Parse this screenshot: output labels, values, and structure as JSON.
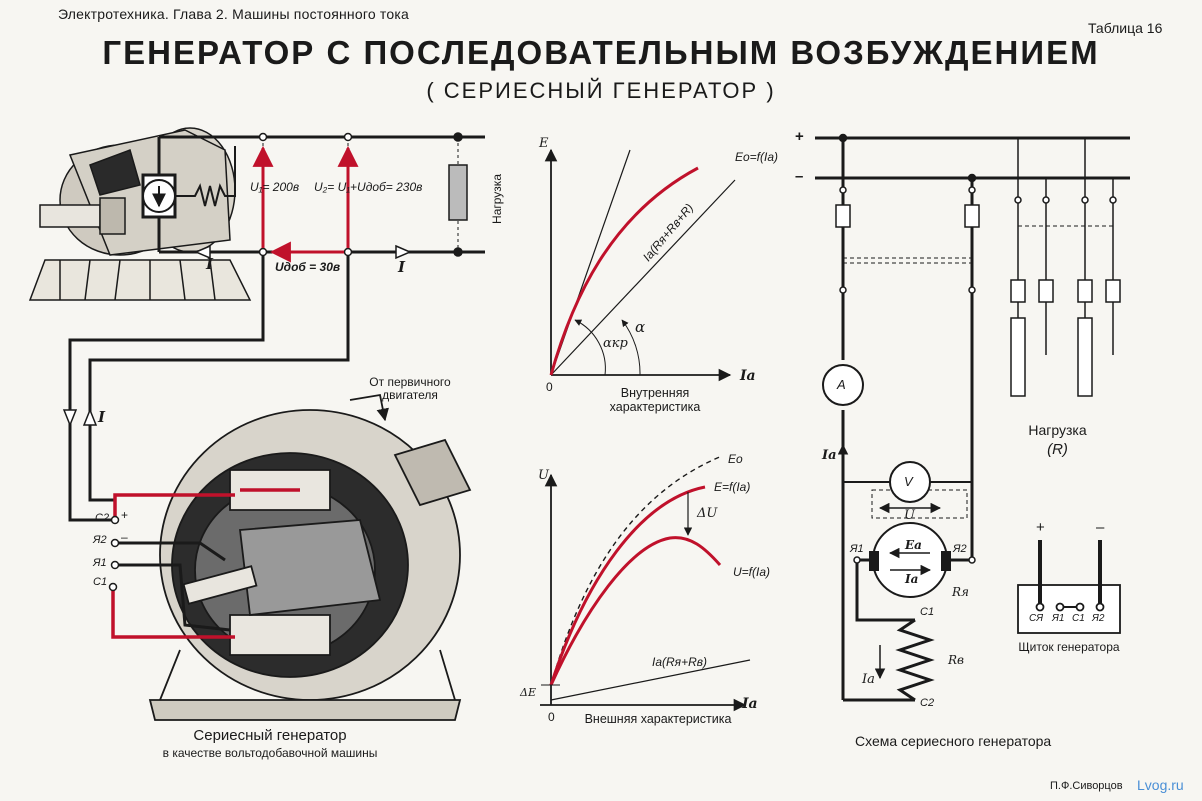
{
  "header": {
    "subject": "Электротехника.  Глава 2. Машины постоянного тока",
    "table_no": "Таблица 16",
    "title": "ГЕНЕРАТОР С ПОСЛЕДОВАТЕЛЬНЫМ ВОЗБУЖДЕНИЕМ",
    "subtitle": "( СЕРИЕСНЫЙ ГЕНЕРАТОР )"
  },
  "left": {
    "u1": "U₁= 200в",
    "u2": "U₂= U₁+Uдоб= 230в",
    "u_dob": "Uдоб = 30в",
    "current_1": "I",
    "current_2": "I",
    "current_3": "I",
    "load": "Нагрузка",
    "primary_motor": "От первичного двигателя",
    "terminal_c2": "С2",
    "terminal_ya2": "Я2",
    "terminal_ya1": "Я1",
    "terminal_c1": "С1",
    "plus": "+",
    "minus": "–",
    "caption_title": "Сериесный генератор",
    "caption_sub": "в качестве вольтодобавочной машины"
  },
  "middle": {
    "top_graph": {
      "y_axis": "E",
      "x_axis": "Ia",
      "origin": "0",
      "curve_label": "Eo=f(Ia)",
      "line_label": "Ia(Rя+Rв+R)",
      "angle_alpha": "α",
      "angle_alpha_cr": "αкр",
      "caption": "Внутренняя характеристика"
    },
    "bottom_graph": {
      "y_axis": "U",
      "x_axis": "Ia",
      "origin": "0",
      "curve_e0": "Eo",
      "curve_e": "E=f(Ia)",
      "curve_u": "U=f(Ia)",
      "delta_u": "ΔU",
      "delta_e": "ΔE",
      "line_label": "Ia(Rя+Rв)",
      "caption": "Внешняя характеристика"
    }
  },
  "right": {
    "bus_plus": "+",
    "bus_minus": "–",
    "ammeter": "A",
    "voltmeter": "V",
    "current": "Ia",
    "voltage": "U",
    "emf": "Ea",
    "armature_current": "Ia",
    "ya1": "Я1",
    "ya2": "Я2",
    "r_ya": "Rя",
    "c1": "С1",
    "c2": "С2",
    "r_v": "Rв",
    "ia_winding": "Ia",
    "load": "Нагрузка",
    "load_r": "(R)",
    "panel_terminals": [
      "СЯ",
      "Я1",
      "С1",
      "Я2"
    ],
    "panel_caption": "Щиток генератора",
    "schema_caption": "Схема сериесного генератора"
  },
  "footer": {
    "author": "П.Ф.Сиворцов",
    "watermark": "Lvog.ru"
  },
  "colors": {
    "accent_red": "#c0112b",
    "ink": "#1a1a1a",
    "paper": "#f7f6f2"
  }
}
